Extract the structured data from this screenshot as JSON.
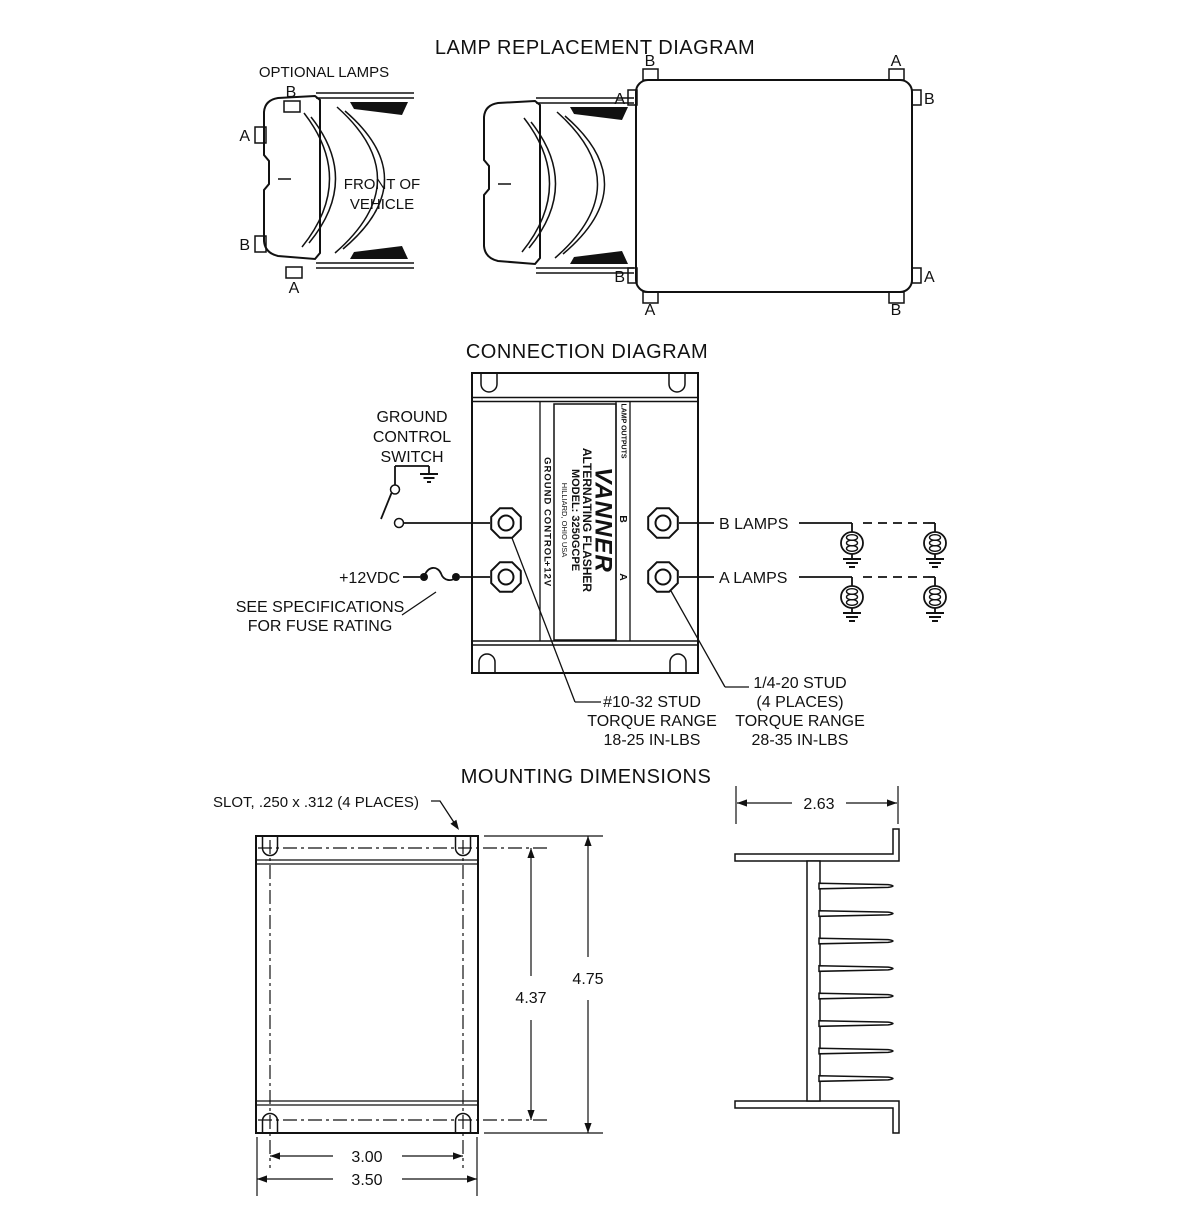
{
  "titles": {
    "lamp_replacement": "LAMP REPLACEMENT DIAGRAM",
    "connection": "CONNECTION DIAGRAM",
    "mounting": "MOUNTING DIMENSIONS"
  },
  "lamp_diagram": {
    "optional_lamps_label": "OPTIONAL LAMPS",
    "front_of_vehicle_line1": "FRONT OF",
    "front_of_vehicle_line2": "VEHICLE",
    "cab_lamp_labels": {
      "top": "B",
      "left_upper": "A",
      "left_lower": "B",
      "bottom": "A"
    },
    "body_lamp_labels": {
      "top_left": "B",
      "top_right": "A",
      "left_upper": "A",
      "right_upper": "B",
      "left_lower": "B",
      "right_lower": "A",
      "bottom_left": "A",
      "bottom_right": "B"
    }
  },
  "connection": {
    "ground_control_switch": {
      "line1": "GROUND",
      "line2": "CONTROL",
      "line3": "SWITCH"
    },
    "supply_label": "+12VDC",
    "fuse_note_line1": "SEE SPECIFICATIONS",
    "fuse_note_line2": "FOR FUSE RATING",
    "b_lamps_label": "B  LAMPS",
    "a_lamps_label": "A  LAMPS",
    "flasher": {
      "brand": "VANNER",
      "product": "ALTERNATING FLASHER",
      "model": "MODEL: 3250GCPE",
      "city": "HILLIARD, OHIO USA",
      "left_strip_top": "GROUND CONTROL",
      "left_strip_bottom": "+12V",
      "right_strip": "LAMP OUTPUTS",
      "output_b": "B",
      "output_a": "A"
    },
    "stud_note_small": {
      "line1": "#10-32 STUD",
      "line2": "TORQUE RANGE",
      "line3": "18-25 IN-LBS"
    },
    "stud_note_large": {
      "line1": "1/4-20 STUD",
      "line2": "(4 PLACES)",
      "line3": "TORQUE RANGE",
      "line4": "28-35 IN-LBS"
    }
  },
  "mounting": {
    "slot_note": "SLOT, .250 x .312 (4 PLACES)",
    "dim_overall_height": "4.75",
    "dim_slot_height": "4.37",
    "dim_slot_width": "3.00",
    "dim_overall_width": "3.50",
    "dim_depth": "2.63"
  },
  "colors": {
    "line": "#111111",
    "background": "#ffffff"
  }
}
